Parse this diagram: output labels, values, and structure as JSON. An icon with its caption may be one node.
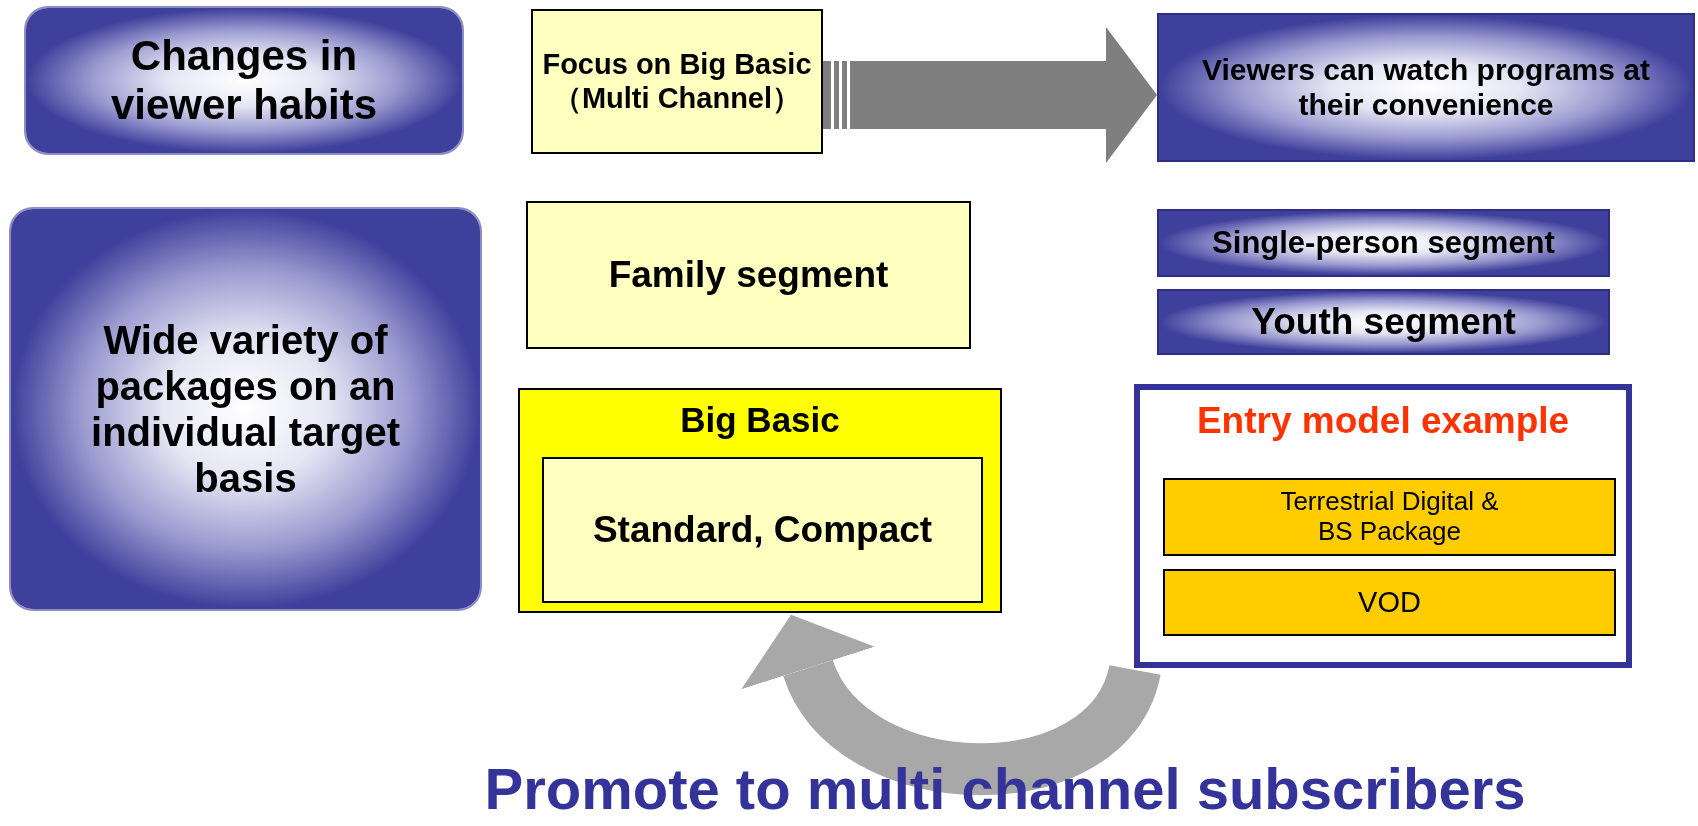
{
  "diagram": {
    "nodes": [
      {
        "text": [
          "Changes in viewer habits"
        ]
      },
      {
        "text": [
          "Focus on Big Basic （Multi Channel）"
        ]
      },
      {
        "text": [
          "Viewers can watch programs at their convenience"
        ]
      },
      {
        "text": [
          "Wide variety of packages on an individual target basis"
        ]
      },
      {
        "text": [
          "Family segment"
        ]
      },
      {
        "text": [
          "Single-person segment"
        ]
      },
      {
        "text": [
          "Youth segment"
        ]
      },
      {
        "text": [
          "Big Basic"
        ]
      },
      {
        "text": [
          "Standard, Compact"
        ],
        "in": 7
      },
      {
        "text": [
          "Entry model example"
        ]
      },
      {
        "text": [
          "Terrestrial Digital & BS Package"
        ],
        "in": 9
      },
      {
        "text": [
          "VOD"
        ],
        "in": 9
      }
    ],
    "edges": [
      {
        "from": 1,
        "to": 2,
        "arrow": "to"
      },
      {
        "from": 9,
        "to": 7,
        "arrow": "to"
      }
    ],
    "labels": [
      "Promote to multi channel subscribers"
    ]
  }
}
